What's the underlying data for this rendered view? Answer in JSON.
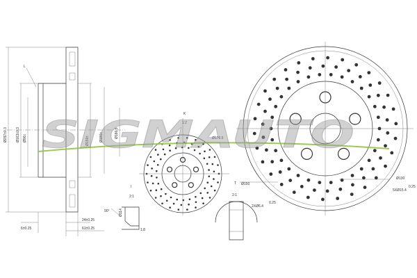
{
  "watermark": "SIGMAUTO",
  "dimensions": {
    "d_outer": "Ø297±0.3",
    "d_hat": "Ø163±0.3",
    "d_bore": "Ø96±",
    "d_hat2": "Ø159±",
    "d_friction": "Ø186±",
    "d_hub": "Ø186.5",
    "w_base": "6±0.25",
    "w_mid": "24±0.25",
    "w_total": "61±0.25",
    "small_1_8": "1.8",
    "d_center_small": "Ø176.5",
    "d_130": "Ø130",
    "d_150": "Ø150",
    "bolt": "5XØ15.4",
    "bolt_tol": "0.25",
    "holes": "2XØ6.4",
    "holes_tol": "0.25",
    "d_114": "Ø114",
    "angle_90": "90°",
    "scale_1_2": "1:2",
    "scale_2_1_a": "2:1",
    "scale_2_1_b": "2:1",
    "label_k": "K",
    "label_i": "I",
    "label_l": "L",
    "label_t": "T"
  },
  "colors": {
    "line": "#333333",
    "watermark": "#9a9a9a",
    "accent_green": "#8ec63f"
  }
}
